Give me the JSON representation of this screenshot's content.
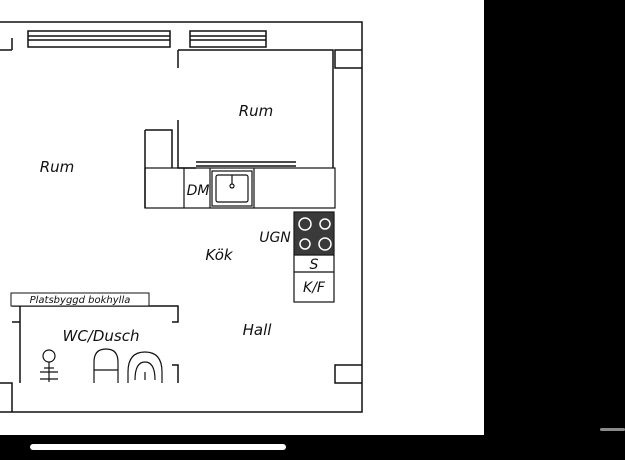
{
  "floorplan": {
    "rooms": {
      "rum_left": "Rum",
      "rum_right": "Rum",
      "kitchen": "Kök",
      "hall": "Hall",
      "bathroom": "WC/Dusch"
    },
    "fixtures": {
      "dishwasher": "DM",
      "oven": "UGN",
      "s": "S",
      "fridge_freezer": "K/F",
      "bookshelf": "Platsbyggd bokhylla"
    }
  },
  "colors": {
    "background": "#000000",
    "paper": "#ffffff",
    "line": "#111111",
    "stove": "#3a3a3a"
  },
  "icons": [
    "sink-icon",
    "stove-icon",
    "shower-icon",
    "toilet-icon",
    "washbasin-icon"
  ]
}
